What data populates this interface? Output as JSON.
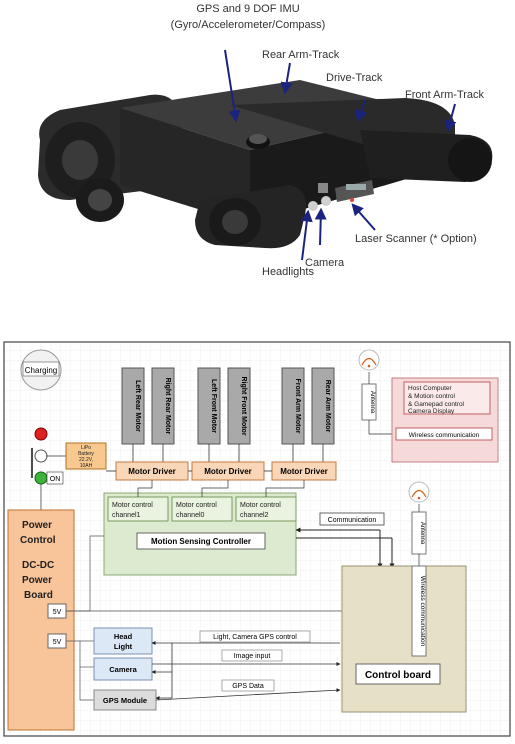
{
  "robot": {
    "labels": {
      "imu_line1": "GPS and 9 DOF IMU",
      "imu_line2": "(Gyro/Accelerometer/Compass)",
      "rear_arm_track": "Rear Arm-Track",
      "drive_track": "Drive-Track",
      "front_arm_track": "Front Arm-Track",
      "laser_scanner": "Laser Scanner (* Option)",
      "camera": "Camera",
      "headlights": "Headlights"
    }
  },
  "diagram": {
    "charging": "Charging",
    "battery": {
      "line1": "LiPo",
      "line2": "Battery",
      "line3": "22.2V,",
      "line4": "10AH"
    },
    "on": "ON",
    "motors": [
      "Left Rear Motor",
      "Right Rear Motor",
      "Left Front Motor",
      "Right Front Motor",
      "Front Arm Motor",
      "Rear Arm Motor"
    ],
    "antenna": "Antenna",
    "host": {
      "line1": "Host Computer",
      "line2": "& Motion control",
      "line3": "& Gamepad control",
      "line4": "Camera Display"
    },
    "wireless_communication": "Wireless communication",
    "motor_driver": "Motor Driver",
    "channels": [
      {
        "line1": "Motor control",
        "line2": "channel1"
      },
      {
        "line1": "Motor control",
        "line2": "channel0"
      },
      {
        "line1": "Motor control",
        "line2": "channel2"
      }
    ],
    "motion_sensing_controller": "Motion Sensing Controller",
    "communication": "Communication",
    "power": {
      "line1": "Power",
      "line2": "Control",
      "line3": "DC-DC",
      "line4": "Power",
      "line5": "Board"
    },
    "v5": "5V",
    "headlight": {
      "line1": "Head",
      "line2": "Light"
    },
    "camera": "Camera",
    "gps_module": "GPS Module",
    "light_camera_gps_control": "Light, Camera GPS control",
    "image_input": "Image input",
    "gps_data": "GPS Data",
    "control_board": "Control board",
    "wireless_communication_vertical": "Wireless communication"
  }
}
